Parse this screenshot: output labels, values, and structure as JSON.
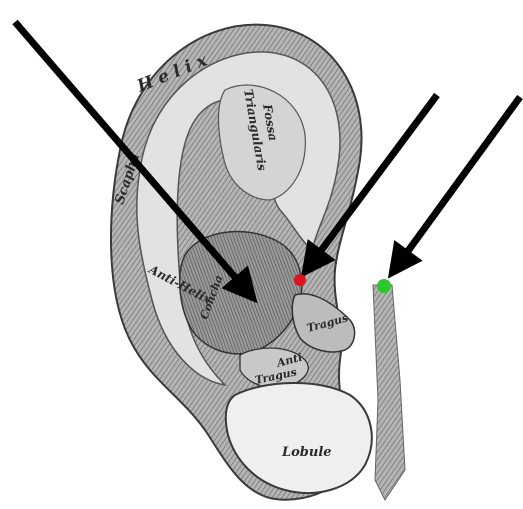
{
  "labels": {
    "helix": "H e l i x",
    "scapha": "Scapha",
    "fossa": "Fossa",
    "triangularis": "Triangularis",
    "concha": "Concha",
    "anti_helix": "Anti-Helix",
    "tragus": "Tragus",
    "anti": "Anti",
    "anti_tragus": "Tragus",
    "lobule": "Lobule"
  },
  "markers": [
    {
      "name": "red-marker",
      "color": "#e0141e"
    },
    {
      "name": "green-marker",
      "color": "#2fc72f"
    }
  ],
  "colors": {
    "arrow": "#000000",
    "ear_shade": "#8a8a8a",
    "ear_dark": "#4a4a4a",
    "ear_light": "#d8d8d8"
  }
}
